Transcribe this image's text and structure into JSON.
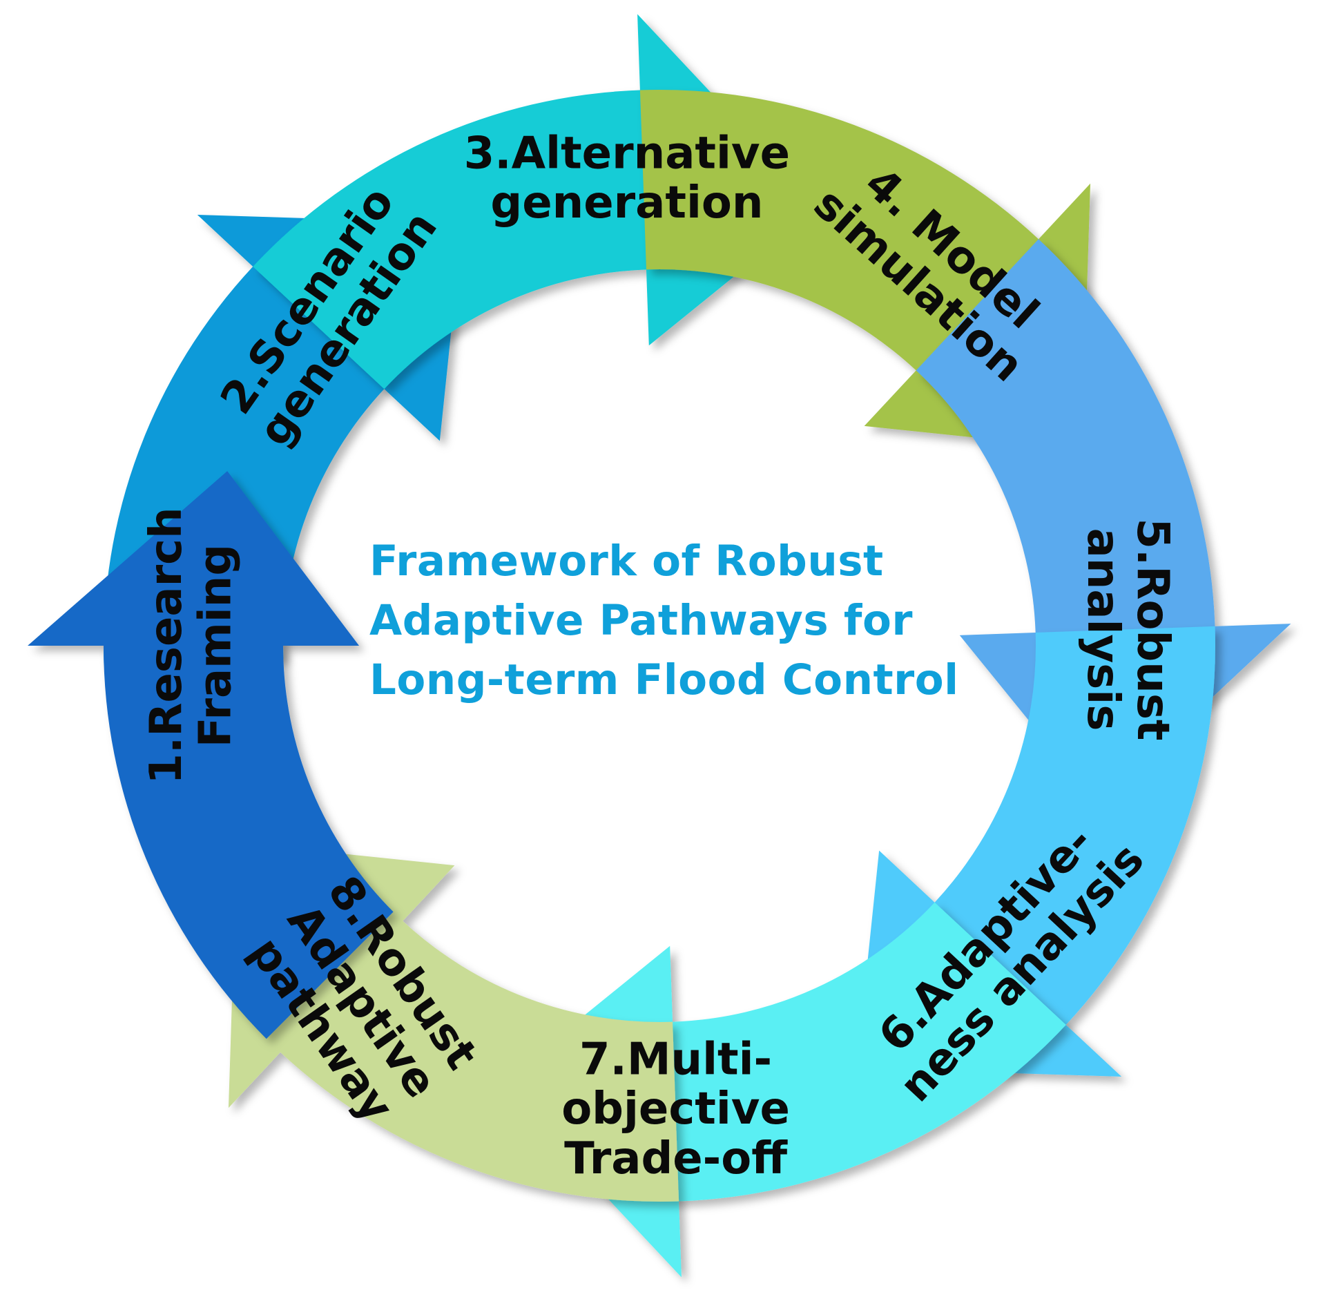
{
  "title_lines": [
    "Framework of Robust",
    "Adaptive Pathways for",
    "Long-term Flood Control"
  ],
  "title_color": "#0fa0da",
  "steps": [
    {
      "number": 1,
      "lines": [
        "1.Research",
        "Framing"
      ],
      "color": "#1569c7"
    },
    {
      "number": 2,
      "lines": [
        "2.Scenario",
        "generation"
      ],
      "color": "#0a9ad9"
    },
    {
      "number": 3,
      "lines": [
        "3.Alternative",
        "generation"
      ],
      "color": "#12ccd6"
    },
    {
      "number": 4,
      "lines": [
        "4. Model",
        "simulation"
      ],
      "color": "#a4c34a"
    },
    {
      "number": 5,
      "lines": [
        "5.Robust",
        "analysis"
      ],
      "color": "#5aaaee"
    },
    {
      "number": 6,
      "lines": [
        "6.Adaptive-",
        "ness analysis"
      ],
      "color": "#4fcbfb"
    },
    {
      "number": 7,
      "lines": [
        "7.Multi-",
        "objective",
        "Trade-off"
      ],
      "color": "#5aeff3"
    },
    {
      "number": 8,
      "lines": [
        "8.Robust",
        "Adaptive",
        "pathway"
      ],
      "color": "#c9dc96"
    }
  ]
}
